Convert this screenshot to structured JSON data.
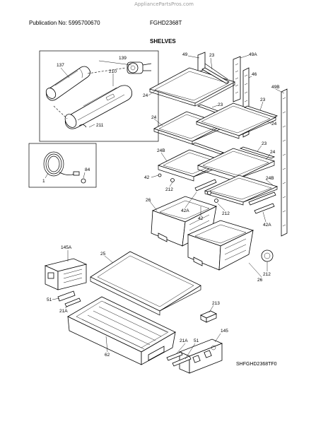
{
  "watermark": "AppliancePartsPros.com",
  "header": {
    "publication": "Publication No: 5995700670",
    "model": "FGHD2368T",
    "section_title": "SHELVES"
  },
  "figure_code": "SHFGHD2368TF0",
  "part_labels": {
    "p137": "137",
    "p139": "139",
    "p210": "210",
    "p211": "211",
    "p1": "1",
    "p84": "84",
    "p49": "49",
    "p23a": "23",
    "p49A": "49A",
    "p46": "46",
    "p49B": "49B",
    "p24a": "24",
    "p23b": "23",
    "p24b": "24",
    "p23c": "23",
    "p24c": "24",
    "p24B1": "24B",
    "p23d": "23",
    "p24d": "24",
    "p42a": "42",
    "p212a": "212",
    "p24B2": "24B",
    "p42A1": "42A",
    "p42b": "42",
    "p212b": "212",
    "p26a": "26",
    "p42A2": "42A",
    "p212c": "212",
    "p26b": "26",
    "p145A": "145A",
    "p25": "25",
    "p51a": "51",
    "p21Aa": "21A",
    "p213": "213",
    "p62": "62",
    "p21Ab": "21A",
    "p51b": "51",
    "p145": "145"
  }
}
